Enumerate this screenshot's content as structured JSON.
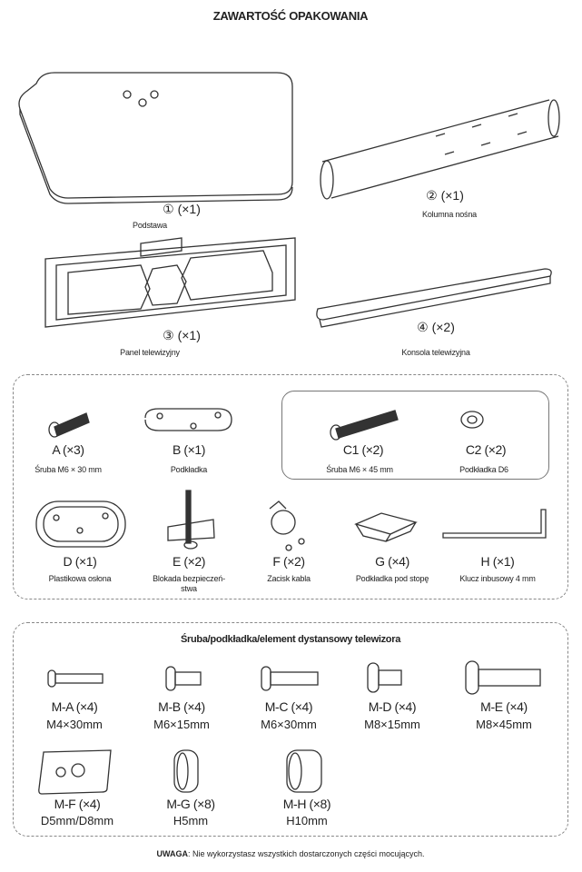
{
  "title": "ZAWARTOŚĆ OPAKOWANIA",
  "main_parts": [
    {
      "qty": "① (×1)",
      "name": "Podstawa"
    },
    {
      "qty": "② (×1)",
      "name": "Kolumna nośna"
    },
    {
      "qty": "③ (×1)",
      "name": "Panel telewizyjny"
    },
    {
      "qty": "④ (×2)",
      "name": "Konsola telewizyjna"
    }
  ],
  "hardware": [
    {
      "qty": "A (×3)",
      "name": "Śruba M6 × 30 mm"
    },
    {
      "qty": "B (×1)",
      "name": "Podkładka"
    },
    {
      "qty": "C1 (×2)",
      "name": "Śruba M6 × 45 mm"
    },
    {
      "qty": "C2 (×2)",
      "name": "Podkładka D6"
    },
    {
      "qty": "D (×1)",
      "name": "Plastikowa osłona"
    },
    {
      "qty": "E (×2)",
      "name": "Blokada bezpieczeń-\nstwa"
    },
    {
      "qty": "F (×2)",
      "name": "Zacisk kabla"
    },
    {
      "qty": "G (×4)",
      "name": "Podkładka pod stopę"
    },
    {
      "qty": "H (×1)",
      "name": "Klucz inbusowy 4 mm"
    }
  ],
  "tv_hardware": {
    "heading": "Śruba/podkładka/element dystansowy telewizora",
    "items": [
      {
        "qty": "M-A (×4)",
        "spec": "M4×30mm"
      },
      {
        "qty": "M-B (×4)",
        "spec": "M6×15mm"
      },
      {
        "qty": "M-C (×4)",
        "spec": "M6×30mm"
      },
      {
        "qty": "M-D (×4)",
        "spec": "M8×15mm"
      },
      {
        "qty": "M-E (×4)",
        "spec": "M8×45mm"
      },
      {
        "qty": "M-F (×4)",
        "spec": "D5mm/D8mm"
      },
      {
        "qty": "M-G (×8)",
        "spec": "H5mm"
      },
      {
        "qty": "M-H (×8)",
        "spec": "H10mm"
      }
    ]
  },
  "footer": {
    "label": "UWAGA",
    "text": ": Nie wykorzystasz wszystkich dostarczonych części mocujących."
  }
}
